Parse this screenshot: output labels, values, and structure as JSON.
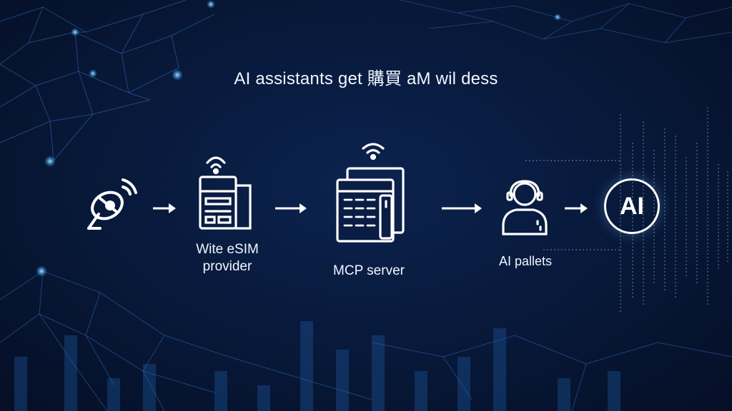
{
  "title": "AI assistants get 購買 aM wil dess",
  "nodes": [
    {
      "icon": "satellite-dish-icon",
      "label_lines": []
    },
    {
      "icon": "sim-provider-icon",
      "label_lines": [
        "Wite eSIM",
        "provider"
      ]
    },
    {
      "icon": "server-icon",
      "label_lines": [
        "MCP server"
      ]
    },
    {
      "icon": "user-headset-icon",
      "label_lines": [
        "AI pallets"
      ]
    },
    {
      "icon": "ai-badge-icon",
      "badge_text": "AI",
      "label_lines": []
    }
  ],
  "colors": {
    "background": "#07142e",
    "network": "#2f7fd6",
    "glow": "#4fb6ff",
    "foreground": "#ffffff"
  }
}
